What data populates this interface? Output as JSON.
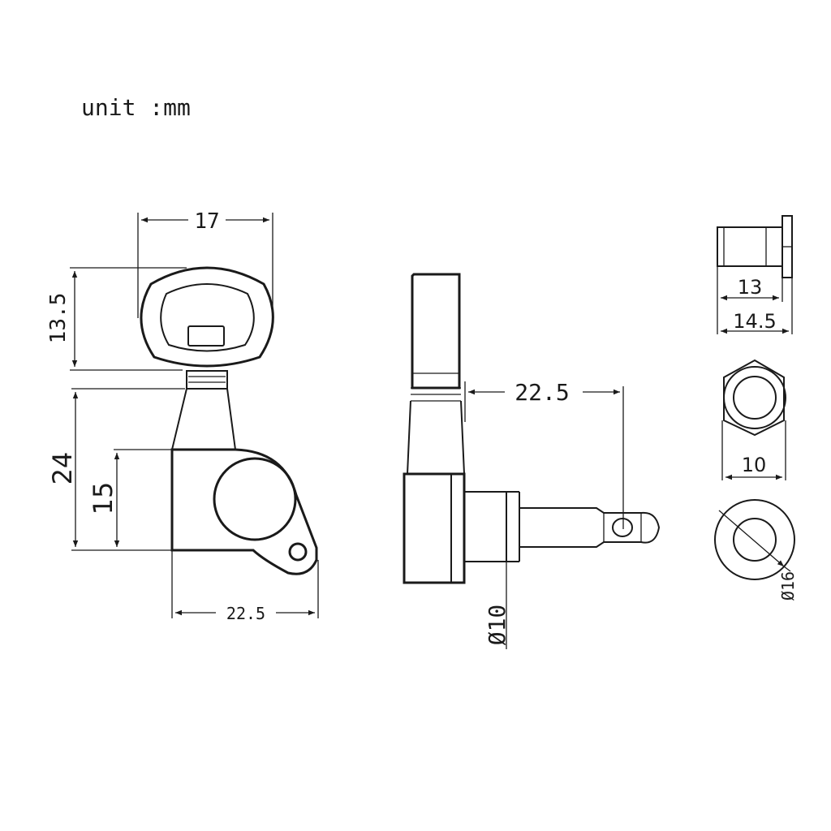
{
  "unit_label": "unit :mm",
  "front_view": {
    "key_width": "17",
    "key_height": "13.5",
    "total_height": "24",
    "body_height": "15",
    "body_width": "22.5"
  },
  "side_view": {
    "post_distance": "22.5",
    "shaft_diameter": "Ø10"
  },
  "bushing_views": {
    "thread_length": "13",
    "total_length": "14.5",
    "hex_width": "10",
    "washer_diameter": "Ø16"
  }
}
